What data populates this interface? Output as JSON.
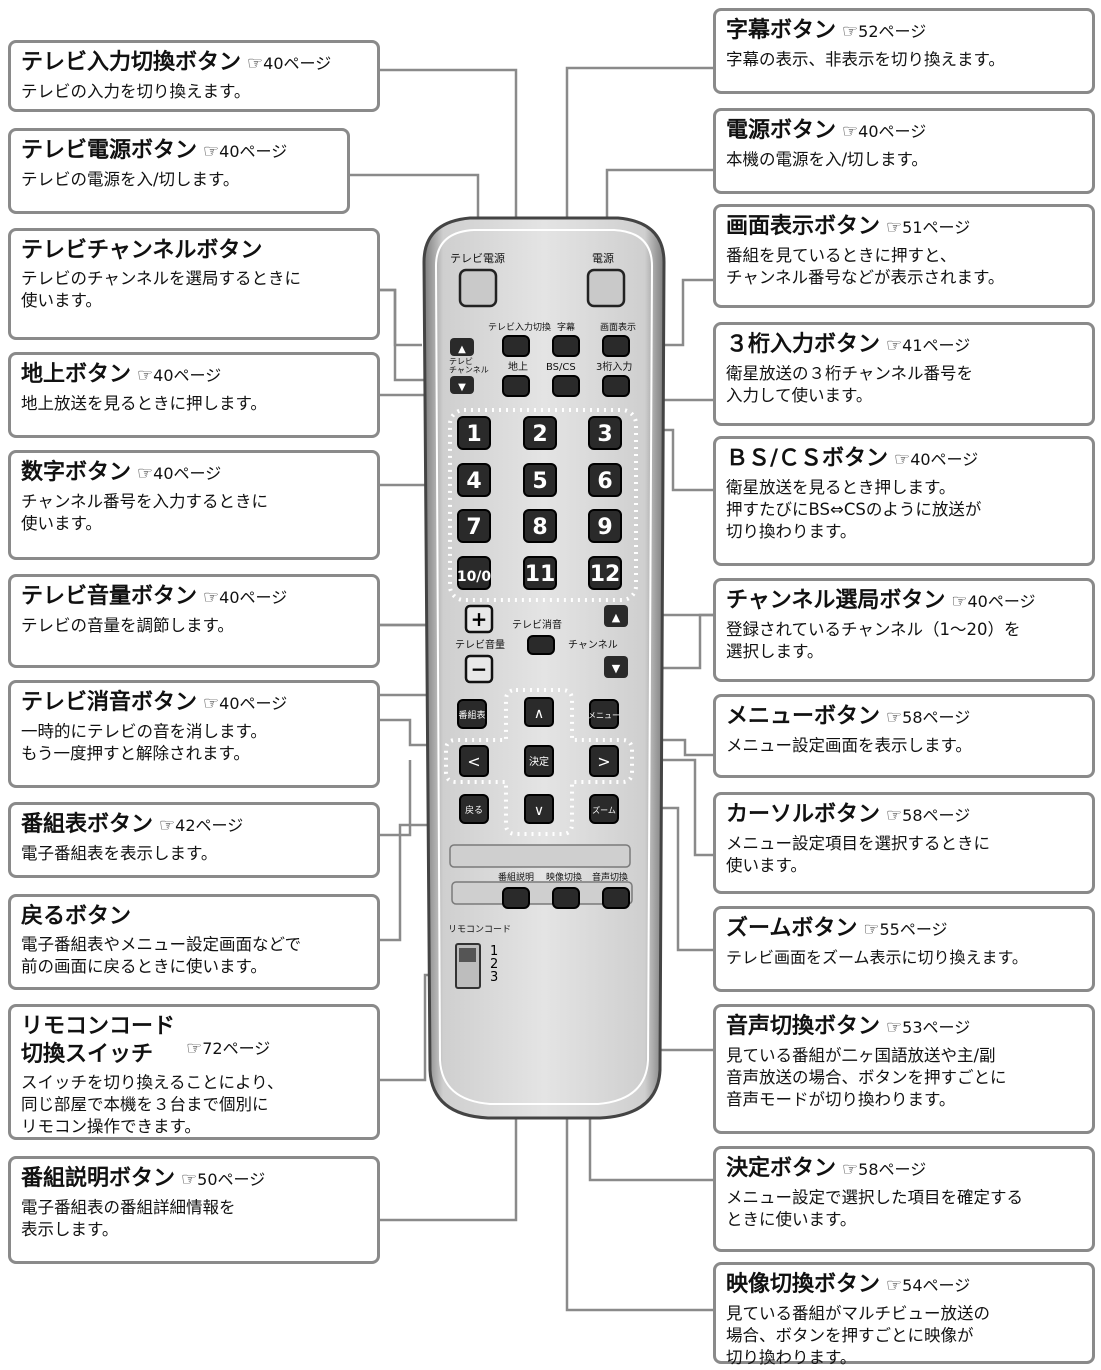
{
  "page_ref_prefix": "☞",
  "callouts_left": [
    {
      "id": "tv-input",
      "title": "テレビ入力切換ボタン",
      "ref": "40ページ",
      "desc": "テレビの入力を切り換えます。"
    },
    {
      "id": "tv-power",
      "title": "テレビ電源ボタン",
      "ref": "40ページ",
      "desc": "テレビの電源を入/切します。"
    },
    {
      "id": "tv-channel",
      "title": "テレビチャンネルボタン",
      "ref": "",
      "desc": "テレビのチャンネルを選局するときに\n使います。"
    },
    {
      "id": "chijo",
      "title": "地上ボタン",
      "ref": "40ページ",
      "desc": "地上放送を見るときに押します。"
    },
    {
      "id": "number",
      "title": "数字ボタン",
      "ref": "40ページ",
      "desc": "チャンネル番号を入力するときに\n使います。"
    },
    {
      "id": "tv-volume",
      "title": "テレビ音量ボタン",
      "ref": "40ページ",
      "desc": "テレビの音量を調節します。"
    },
    {
      "id": "tv-mute",
      "title": "テレビ消音ボタン",
      "ref": "40ページ",
      "desc": "一時的にテレビの音を消します。\nもう一度押すと解除されます。"
    },
    {
      "id": "epg",
      "title": "番組表ボタン",
      "ref": "42ページ",
      "desc": "電子番組表を表示します。"
    },
    {
      "id": "back",
      "title": "戻るボタン",
      "ref": "",
      "desc": "電子番組表やメニュー設定画面などで\n前の画面に戻るときに使います。"
    },
    {
      "id": "remote-code",
      "title": "リモコンコード\n切換スイッチ",
      "ref": "72ページ",
      "desc": "スイッチを切り換えることにより、\n同じ部屋で本機を３台まで個別に\nリモコン操作できます。"
    },
    {
      "id": "info",
      "title": "番組説明ボタン",
      "ref": "50ページ",
      "desc": "電子番組表の番組詳細情報を\n表示します。"
    }
  ],
  "callouts_right": [
    {
      "id": "subtitle",
      "title": "字幕ボタン",
      "ref": "52ページ",
      "desc": "字幕の表示、非表示を切り換えます。"
    },
    {
      "id": "power",
      "title": "電源ボタン",
      "ref": "40ページ",
      "desc": "本機の電源を入/切します。"
    },
    {
      "id": "display",
      "title": "画面表示ボタン",
      "ref": "51ページ",
      "desc": "番組を見ているときに押すと、\nチャンネル番号などが表示されます。"
    },
    {
      "id": "three-digit",
      "title": "３桁入力ボタン",
      "ref": "41ページ",
      "desc": "衛星放送の３桁チャンネル番号を\n入力して使います。"
    },
    {
      "id": "bscs",
      "title": "ＢＳ/ＣＳボタン",
      "ref": "40ページ",
      "desc": "衛星放送を見るとき押します。\n押すたびにBS⇔CSのように放送が\n切り換わります。"
    },
    {
      "id": "channel-select",
      "title": "チャンネル選局ボタン",
      "ref": "40ページ",
      "desc": "登録されているチャンネル（1～20）を\n選択します。"
    },
    {
      "id": "menu",
      "title": "メニューボタン",
      "ref": "58ページ",
      "desc": "メニュー設定画面を表示します。"
    },
    {
      "id": "cursor",
      "title": "カーソルボタン",
      "ref": "58ページ",
      "desc": "メニュー設定項目を選択するときに\n使います。"
    },
    {
      "id": "zoom",
      "title": "ズームボタン",
      "ref": "55ページ",
      "desc": "テレビ画面をズーム表示に切り換えます。"
    },
    {
      "id": "audio",
      "title": "音声切換ボタン",
      "ref": "53ページ",
      "desc": "見ている番組が二ヶ国語放送や主/副\n音声放送の場合、ボタンを押すごとに\n音声モードが切り換わります。"
    },
    {
      "id": "enter",
      "title": "決定ボタン",
      "ref": "58ページ",
      "desc": "メニュー設定で選択した項目を確定する\nときに使います。"
    },
    {
      "id": "video",
      "title": "映像切換ボタン",
      "ref": "54ページ",
      "desc": "見ている番組がマルチビュー放送の\n場合、ボタンを押すごとに映像が\n切り換わります。"
    }
  ],
  "remote": {
    "tv_power": "テレビ電源",
    "power": "電源",
    "tv_input": "テレビ入力切換",
    "subtitle": "字幕",
    "display": "画面表示",
    "tv_channel": "テレビ\nチャンネル",
    "chijo": "地上",
    "bscs": "BS/CS",
    "three_digit": "3桁入力",
    "numbers": [
      "1",
      "2",
      "3",
      "4",
      "5",
      "6",
      "7",
      "8",
      "9",
      "10/0",
      "11",
      "12"
    ],
    "tv_volume": "テレビ音量",
    "tv_mute": "テレビ消音",
    "channel": "チャンネル",
    "epg": "番組表",
    "menu": "メニュー",
    "enter": "決定",
    "back": "戻る",
    "zoom": "ズーム",
    "info": "番組説明",
    "video": "映像切換",
    "audio": "音声切換",
    "remote_code": "リモコンコード",
    "code_positions": [
      "1",
      "2",
      "3"
    ]
  }
}
